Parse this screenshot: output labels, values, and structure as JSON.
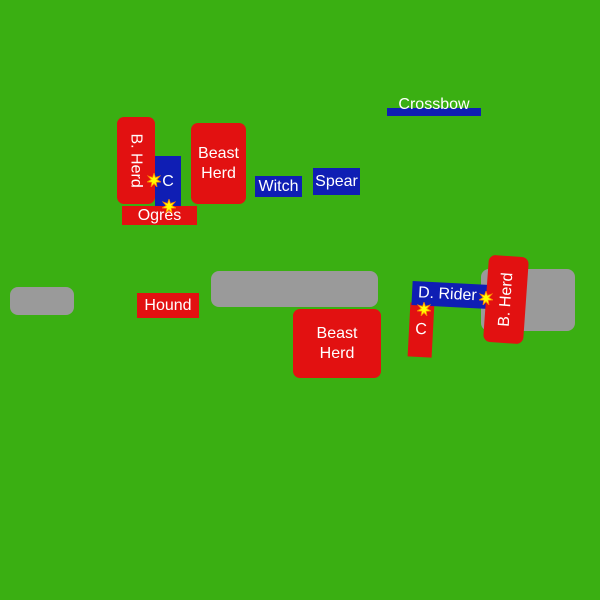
{
  "colors": {
    "field": "#3aaf12",
    "terrain": "#9a9a9a",
    "army_red": "#e21111",
    "army_blue": "#0f1eb4",
    "text": "#ffffff",
    "clash_fill": "#ffff00",
    "clash_stroke": "#ff8800"
  },
  "units": {
    "left_beast_herd_small": {
      "label": "B. Herd",
      "army": "red"
    },
    "left_c": {
      "label": "C",
      "army": "blue"
    },
    "left_beast_herd": {
      "label_line1": "Beast",
      "label_line2": "Herd",
      "army": "red"
    },
    "ogres": {
      "label": "Ogres",
      "army": "red"
    },
    "witch": {
      "label": "Witch",
      "army": "blue"
    },
    "spear": {
      "label": "Spear",
      "army": "blue"
    },
    "crossbow": {
      "label": "Crossbow",
      "army": "blue"
    },
    "hound": {
      "label": "Hound",
      "army": "red"
    },
    "center_beast_herd": {
      "label_line1": "Beast",
      "label_line2": "Herd",
      "army": "red"
    },
    "dread_rider": {
      "label": "D. Rider",
      "army": "blue"
    },
    "right_c": {
      "label": "C",
      "army": "red"
    },
    "right_beast_herd_small": {
      "label": "B. Herd",
      "army": "red"
    }
  },
  "markers": {
    "clash_icon": "combat-starburst-icon"
  }
}
